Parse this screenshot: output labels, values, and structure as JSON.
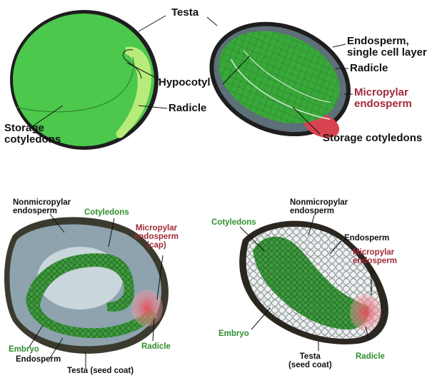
{
  "top_left": {
    "storage_cotyledons": [
      "Storage",
      "cotyledons"
    ],
    "hypocotyl": "Hypocotyl",
    "radicle": "Radicle"
  },
  "top_shared": {
    "testa": "Testa"
  },
  "top_right": {
    "endosperm": [
      "Endosperm,",
      "single cell layer"
    ],
    "radicle": "Radicle",
    "micropylar": [
      "Micropylar",
      "endosperm"
    ],
    "storage_cotyledons": "Storage cotyledons"
  },
  "bottom_left": {
    "nonmicropylar": [
      "Nonmicropylar",
      "endosperm"
    ],
    "cotyledons": "Cotyledons",
    "micropylar": [
      "Micropylar",
      "endosperm",
      "(cap)"
    ],
    "embryo": "Embryo",
    "endosperm": "Endosperm",
    "radicle": "Radicle",
    "testa": "Testa (seed coat)"
  },
  "bottom_right": {
    "nonmicropylar": [
      "Nonmicropylar",
      "endosperm"
    ],
    "cotyledons": "Cotyledons",
    "endosperm": "Endosperm",
    "micropylar": [
      "Micropylar",
      "endosperm"
    ],
    "embryo": "Embryo",
    "testa": [
      "Testa",
      "(seed coat)"
    ],
    "radicle": "Radicle"
  },
  "colors": {
    "embryo_green": "#4cc84c",
    "radicle_light": "#b8ec7a",
    "testa_dark": "#1e1e1e",
    "endosperm_blue": "#7f98a4",
    "micropylar_red": "#d8434f",
    "label_green": "#2f8f2f",
    "label_red": "#a02a3a"
  }
}
